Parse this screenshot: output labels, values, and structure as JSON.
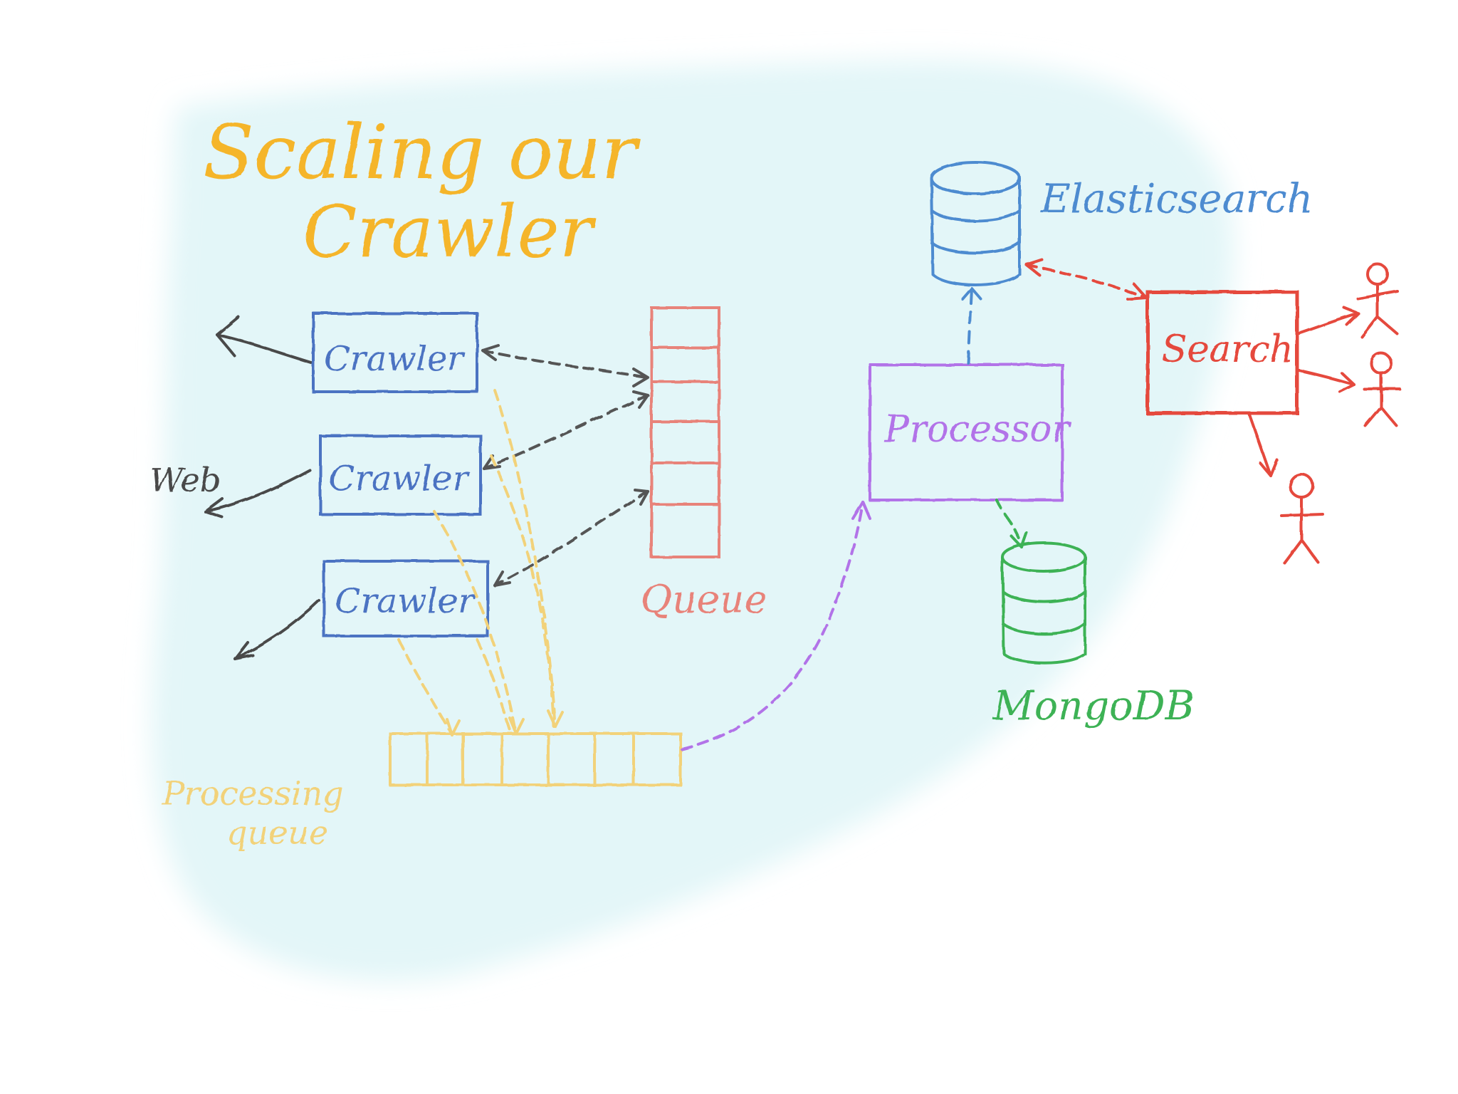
{
  "title": {
    "line1": "Scaling our",
    "line2": "Crawler",
    "color": "#F5B52A"
  },
  "colors": {
    "wash": "#E3F6F8",
    "crawler": "#4C73C2",
    "queue": "#E8837A",
    "processing": "#F2D27A",
    "processor": "#B273E8",
    "elasticsearch": "#4D8BD0",
    "mongodb": "#3DB255",
    "search": "#E5483D",
    "web": "#4A4A4A"
  },
  "labels": {
    "web": "Web",
    "queue": "Queue",
    "processing_queue_line1": "Processing",
    "processing_queue_line2": "queue",
    "elasticsearch": "Elasticsearch",
    "mongodb": "MongoDB"
  },
  "crawlers": [
    {
      "label": "Crawler"
    },
    {
      "label": "Crawler"
    },
    {
      "label": "Crawler"
    }
  ],
  "processor": {
    "label": "Processor"
  },
  "search": {
    "label": "Search"
  },
  "icons": {
    "elasticsearch": "database-icon",
    "mongodb": "database-icon",
    "users": "stick-figure-icon"
  }
}
